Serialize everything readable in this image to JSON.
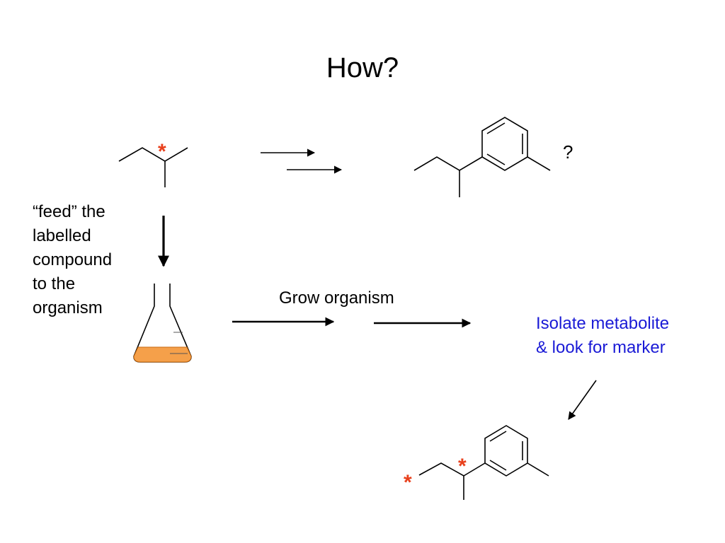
{
  "slide": {
    "title": "How?",
    "question_mark": "?",
    "feed_text": "“feed” the\nlabelled\ncompound\nto the\norganism",
    "grow_text": "Grow organism",
    "isolate_text": "Isolate metabolite\n& look for marker",
    "label_marker": "*"
  },
  "colors": {
    "marker": "#e8401c",
    "isolate_text": "#1a1ad6",
    "flask_liquid": "#f5a04a",
    "flask_liquid_edge": "#c86a10"
  },
  "icons": [
    "precursor-molecule",
    "product-molecule",
    "conical-flask-icon",
    "labelled-product-molecule"
  ]
}
